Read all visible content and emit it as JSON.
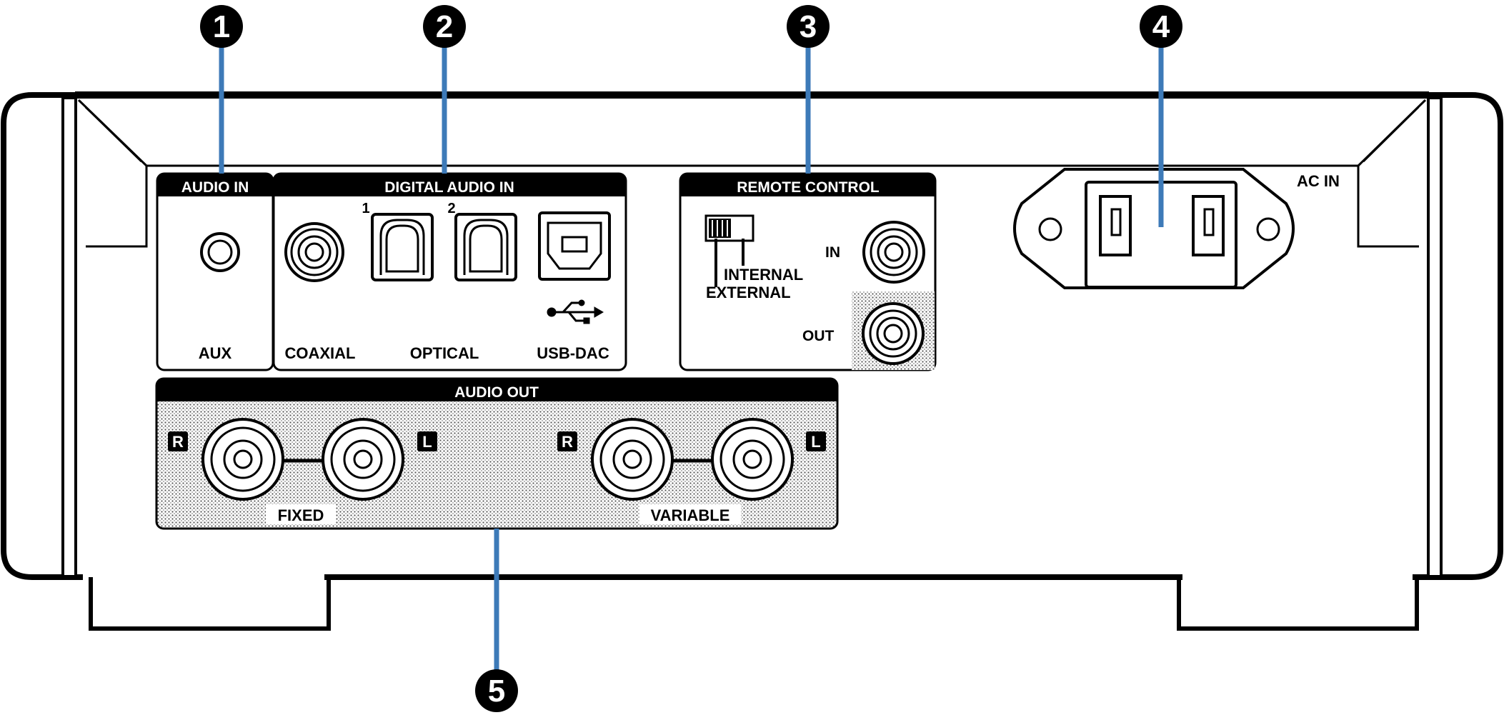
{
  "callouts": [
    {
      "number": "1"
    },
    {
      "number": "2"
    },
    {
      "number": "3"
    },
    {
      "number": "4"
    },
    {
      "number": "5"
    }
  ],
  "audio_in": {
    "header": "AUDIO IN",
    "aux_label": "AUX"
  },
  "digital_audio_in": {
    "header": "DIGITAL AUDIO IN",
    "coaxial_label": "COAXIAL",
    "optical_label": "OPTICAL",
    "optical_1": "1",
    "optical_2": "2",
    "usb_label": "USB-DAC",
    "usb_symbol": "usb-icon"
  },
  "remote_control": {
    "header": "REMOTE CONTROL",
    "internal_label": "INTERNAL",
    "external_label": "EXTERNAL",
    "in_label": "IN",
    "out_label": "OUT"
  },
  "ac_in": {
    "label": "AC IN"
  },
  "audio_out": {
    "header": "AUDIO OUT",
    "fixed_label": "FIXED",
    "variable_label": "VARIABLE",
    "right_marker": "R",
    "left_marker": "L"
  },
  "colors": {
    "callout_line": "#3d7ab8",
    "ink": "#000000",
    "panel": "#ffffff"
  }
}
